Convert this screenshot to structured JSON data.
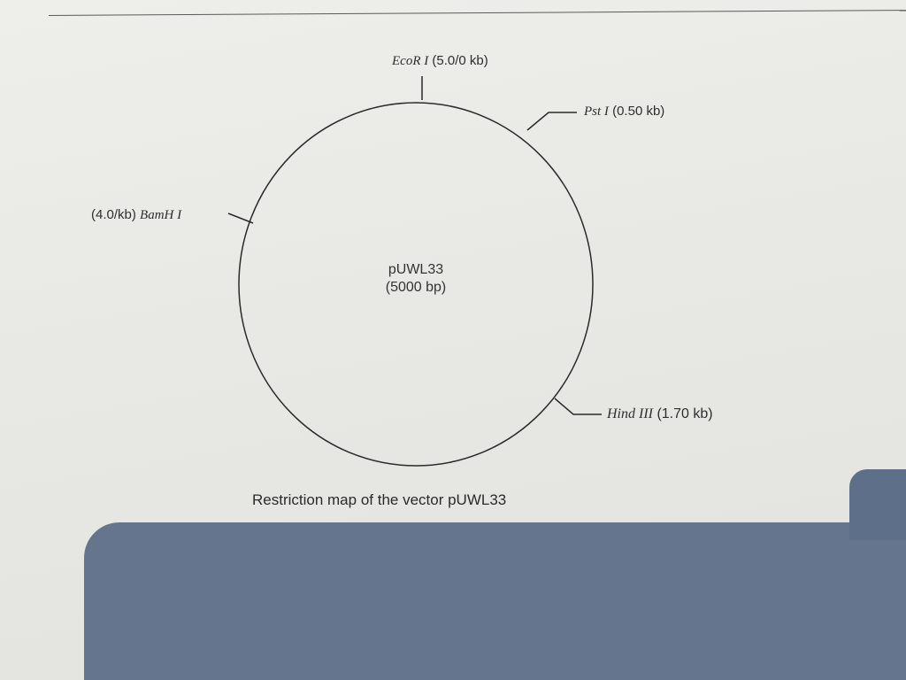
{
  "diagram": {
    "plasmid": {
      "name": "pUWL33",
      "size": "(5000 bp)"
    },
    "sites": [
      {
        "enzyme": "EcoR I",
        "position": "(5.0/0 kb)"
      },
      {
        "enzyme": "Pst I",
        "position": "(0.50 kb)"
      },
      {
        "enzyme": "Hind III",
        "position": "(1.70 kb)"
      },
      {
        "enzyme": "BamH I",
        "position": "(4.0/kb)"
      }
    ],
    "caption": "Restriction map of the vector pUWL33"
  }
}
